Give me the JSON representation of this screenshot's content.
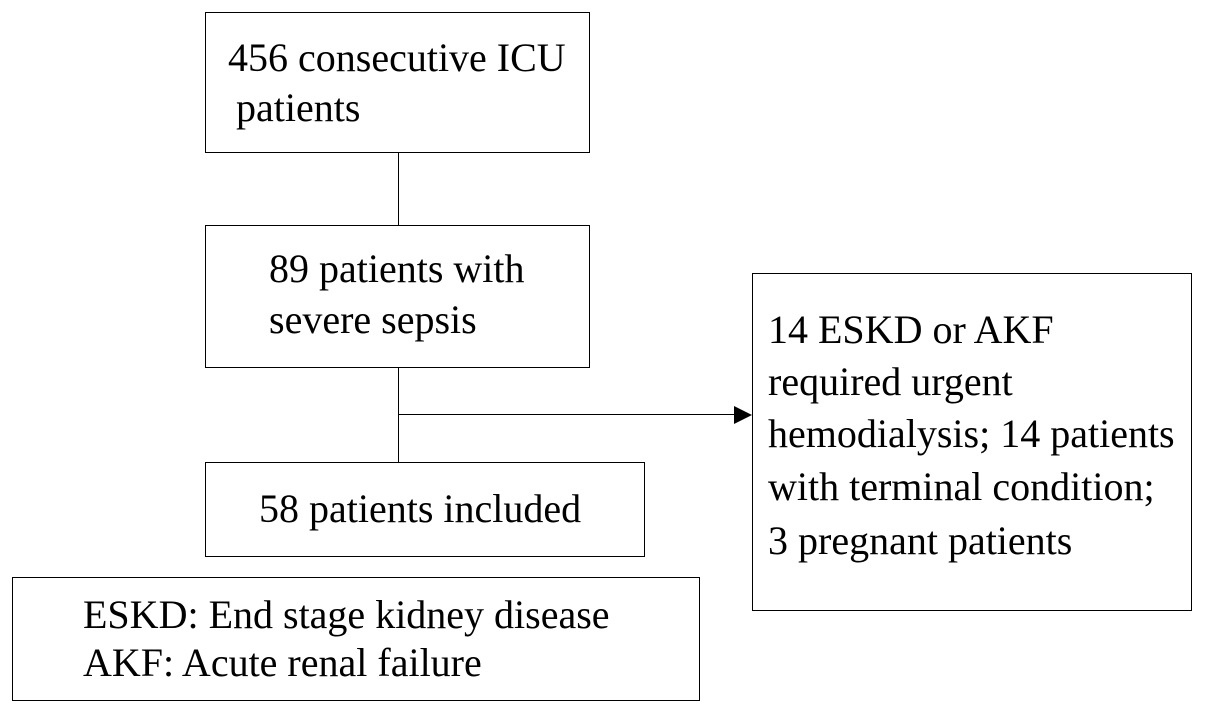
{
  "flow": {
    "box1": {
      "lines": [
        "456 consecutive ICU",
        "patients"
      ]
    },
    "box2": {
      "lines": [
        "89 patients with",
        "severe sepsis"
      ]
    },
    "box3": {
      "lines": [
        "58 patients included"
      ]
    },
    "exclusion": {
      "lines": [
        "14 ESKD or AKF",
        "required urgent",
        "hemodialysis; 14 patients",
        "with terminal condition;",
        "3 pregnant patients"
      ]
    },
    "legend": {
      "lines": [
        "ESKD: End stage kidney disease",
        "AKF: Acute renal failure"
      ]
    }
  }
}
